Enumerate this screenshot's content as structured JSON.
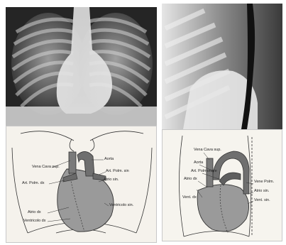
{
  "figure": {
    "frontal_diagram": {
      "labels": {
        "vena_cava_sup": "Vena Cava sup.",
        "aorta": "Aorta",
        "art_polm_dx": "Art. Polm. dx",
        "art_polm_sin": "Art. Polm. sin",
        "atrio_sin": "Atrio sin.",
        "atrio_dx": "Atrio dx",
        "ventricolo_dx": "Ventricolo dx",
        "ventricolo_sin": "Ventricolo sin."
      }
    },
    "lateral_diagram": {
      "labels": {
        "vena_cava_sup": "Vena Cava sup.",
        "aorta": "Aorta",
        "art_polmonare": "Art. Polmonare",
        "atrio_dx": "Atrio dx",
        "vent_dx": "Vent. dx",
        "vene_polm": "Vene Polm.",
        "atrio_sin": "Atrio sin.",
        "vent_sin": "Vent. sin."
      }
    },
    "colors": {
      "heart_fill": "#9a9a9a",
      "vessel_fill": "#6f6f6f",
      "outline": "#333333"
    }
  }
}
